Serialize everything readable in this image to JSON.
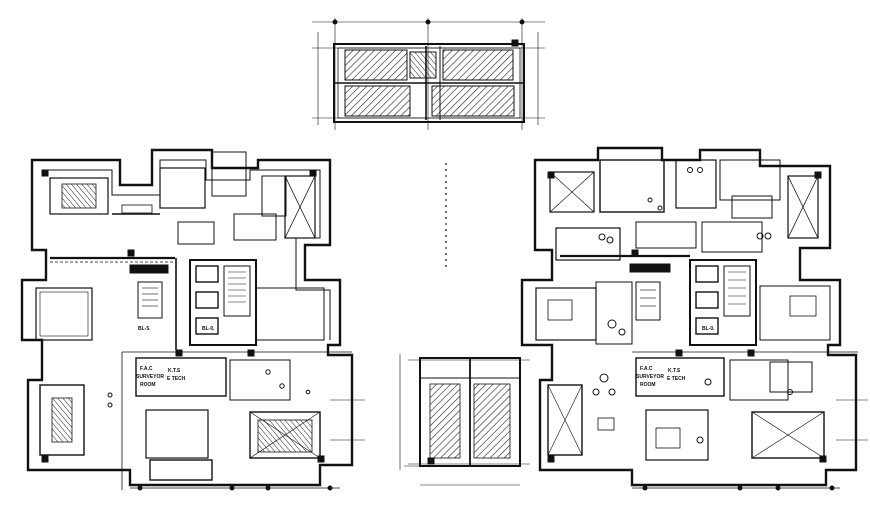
{
  "drawing": {
    "left_plan": {
      "room_labels": [
        {
          "name": "label-left-bath",
          "text": "BL-0."
        },
        {
          "name": "label-left-electrical",
          "text": "BL-5."
        },
        {
          "name": "label-left-kts-tech",
          "text": "K.T.S"
        },
        {
          "name": "label-left-tech-sub",
          "text": "E TECH"
        },
        {
          "name": "label-left-fac",
          "text": "F.A.C"
        },
        {
          "name": "label-left-surveyor",
          "text": "SURVEYOR"
        },
        {
          "name": "label-left-room",
          "text": "ROOM"
        }
      ]
    },
    "right_plan": {
      "room_labels": [
        {
          "name": "label-right-bath",
          "text": "BL-0."
        },
        {
          "name": "label-right-kts-tech",
          "text": "K.T.S"
        },
        {
          "name": "label-right-tech-sub",
          "text": "E TECH"
        },
        {
          "name": "label-right-fac",
          "text": "F.A.C"
        },
        {
          "name": "label-right-surveyor",
          "text": "SURVEYOR"
        },
        {
          "name": "label-right-room",
          "text": "ROOM"
        }
      ]
    },
    "colors": {
      "line": "#111111",
      "hatch": "#222222",
      "background": "#ffffff"
    }
  }
}
